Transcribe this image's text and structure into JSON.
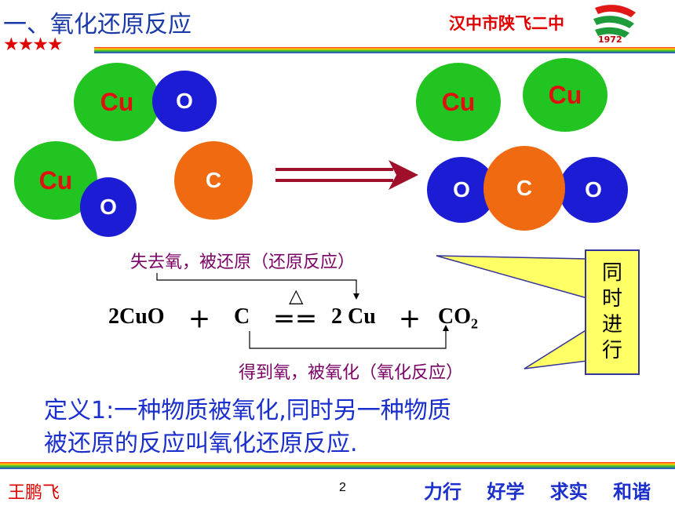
{
  "header": {
    "title": "一、氧化还原反应",
    "stars": "★★★★",
    "school": "汉中市陕飞二中",
    "logo_year": "1972"
  },
  "atoms": {
    "cu": "Cu",
    "o": "O",
    "c": "C"
  },
  "annotations": {
    "loses_oxygen": "失去氧，被还原（还原反应）",
    "gains_oxygen": "得到氧，被氧化（氧化反应）"
  },
  "equation": {
    "condition": "△",
    "left_reactant1": "2CuO",
    "plus1": "＋",
    "left_reactant2": "C",
    "yields": "＝＝",
    "product1": "2 Cu",
    "plus2": "＋",
    "product2": "CO",
    "product2_subscript": "2"
  },
  "callout": {
    "chars": [
      "同",
      "时",
      "进",
      "行"
    ]
  },
  "definition": {
    "line1": "定义1:一种物质被氧化,同时另一种物质",
    "line2": "被还原的反应叫氧化还原反应."
  },
  "footer": {
    "author": "王鹏飞",
    "page_number": "2",
    "motto": [
      "力行",
      "好学",
      "求实",
      "和谐"
    ]
  },
  "colors": {
    "title_blue": "#1a3aa8",
    "red": "#e00000",
    "copper_green": "#22c422",
    "oxygen_blue": "#1c1cd4",
    "carbon_orange": "#f06a12",
    "annotation_purple": "#7a0066",
    "callout_yellow": "#ffff66",
    "arrow_maroon": "#a0102a"
  }
}
